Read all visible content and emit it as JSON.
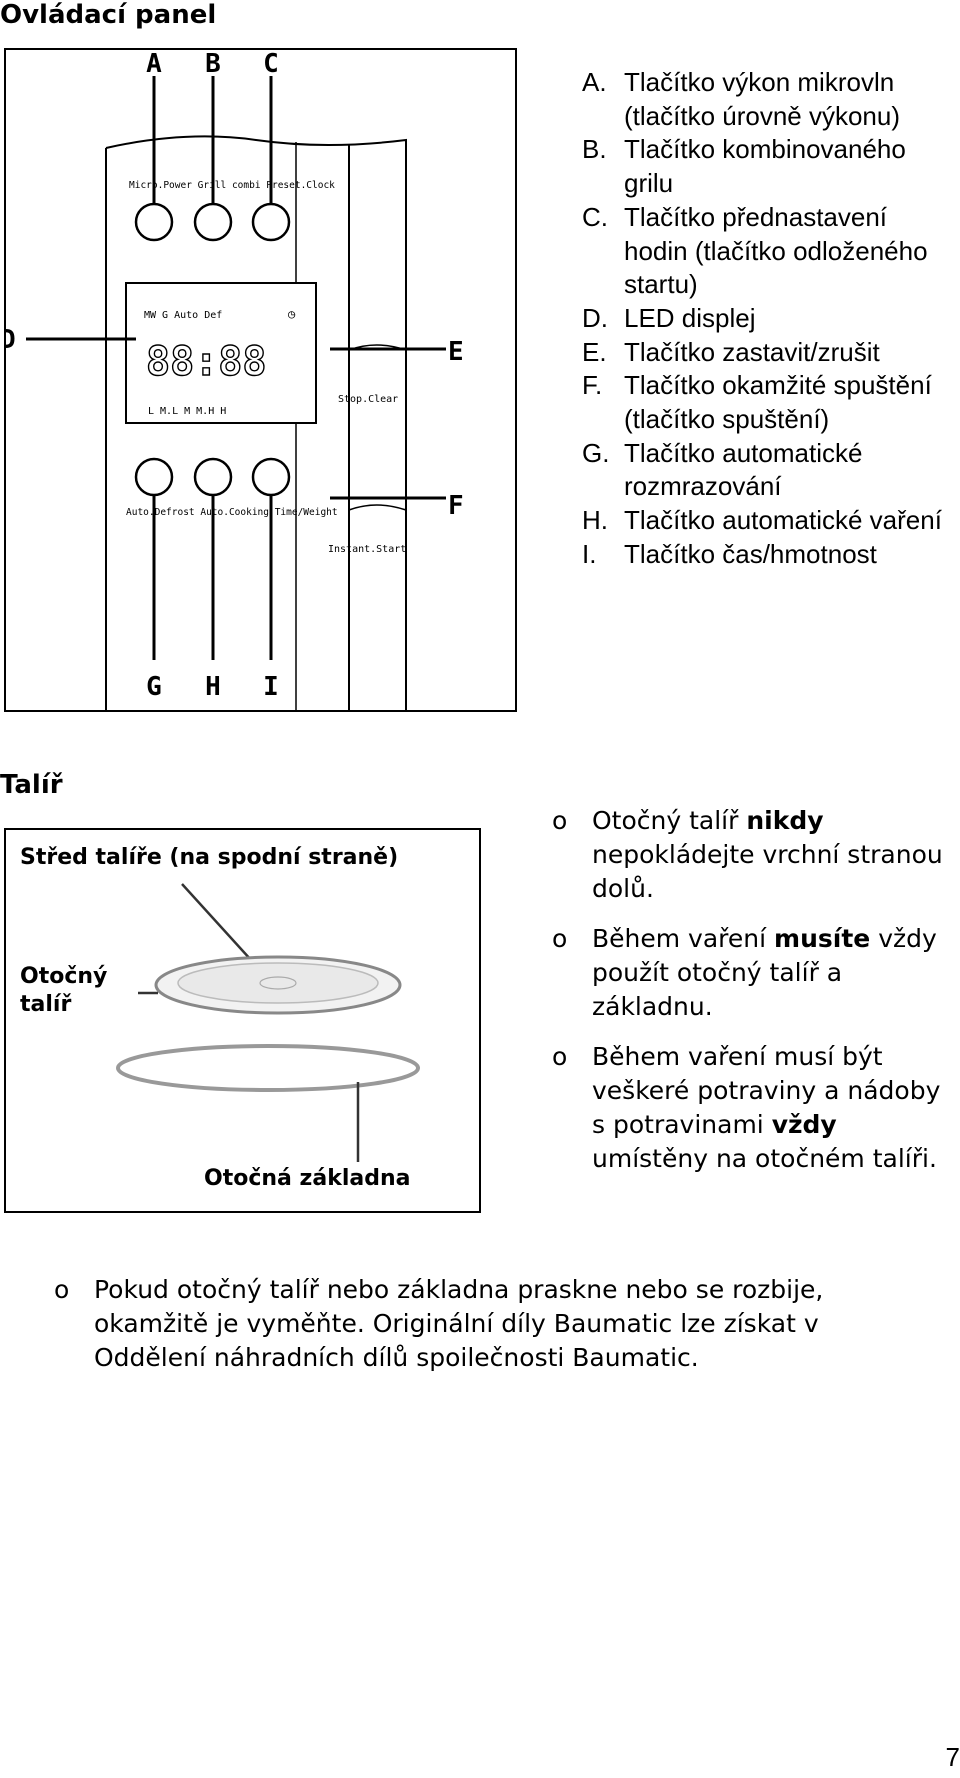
{
  "sections": {
    "control_panel_title": "Ovládací panel",
    "plate_title": "Talíř"
  },
  "panel_diagram": {
    "letters": [
      "A",
      "B",
      "C",
      "D",
      "E",
      "F",
      "G",
      "H",
      "I"
    ],
    "top_buttons_label": "Micro.Power Grill combi Preset.Clock",
    "display_top_label": "MW  G  Auto Def",
    "display_bottom_label": "L  M.L  M  M.H  H",
    "display_digits": "88:88",
    "stop_label": "Stop.Clear",
    "start_label": "Instant.Start",
    "bottom_buttons_label": "Auto.Defrost Auto.Cooking Time/Weight"
  },
  "legend": [
    {
      "letter": "A.",
      "text": "Tlačítko výkon mikrovln (tlačítko úrovně výkonu)"
    },
    {
      "letter": "B.",
      "text": "Tlačítko kombinovaného grilu"
    },
    {
      "letter": "C.",
      "text": "Tlačítko přednastavení hodin (tlačítko odloženého startu)"
    },
    {
      "letter": "D.",
      "text": "LED displej"
    },
    {
      "letter": "E.",
      "text": "Tlačítko zastavit/zrušit"
    },
    {
      "letter": "F.",
      "text": "Tlačítko okamžité spuštění (tlačítko spuštění)"
    },
    {
      "letter": "G.",
      "text": "Tlačítko automatické rozmrazování"
    },
    {
      "letter": "H.",
      "text": "Tlačítko automatické vaření"
    },
    {
      "letter": "I.",
      "text": "Tlačítko čas/hmotnost"
    }
  ],
  "plate_diagram": {
    "center_label": "Střed talíře (na spodní straně)",
    "plate_label": "Otočný talíř",
    "base_label": "Otočná základna"
  },
  "bullets": [
    {
      "marker": "o",
      "before": "Otočný talíř ",
      "bold": "nikdy",
      "after": " nepokládejte vrchní stranou dolů."
    },
    {
      "marker": "o",
      "before": "Během vaření ",
      "bold": "musíte",
      "after": " vždy použít otočný talíř a základnu."
    },
    {
      "marker": "o",
      "before": "Během vaření musí být veškeré potraviny a nádoby s potravinami ",
      "bold": "vždy",
      "after": " umístěny na otočném talíři."
    }
  ],
  "bottom_note": {
    "marker": "o",
    "text": "Pokud otočný talíř nebo základna praskne nebo se rozbije, okamžitě je vyměňte. Originální díly Baumatic lze získat v Oddělení náhradních dílů spoilečnosti Baumatic."
  },
  "page_number": "7"
}
